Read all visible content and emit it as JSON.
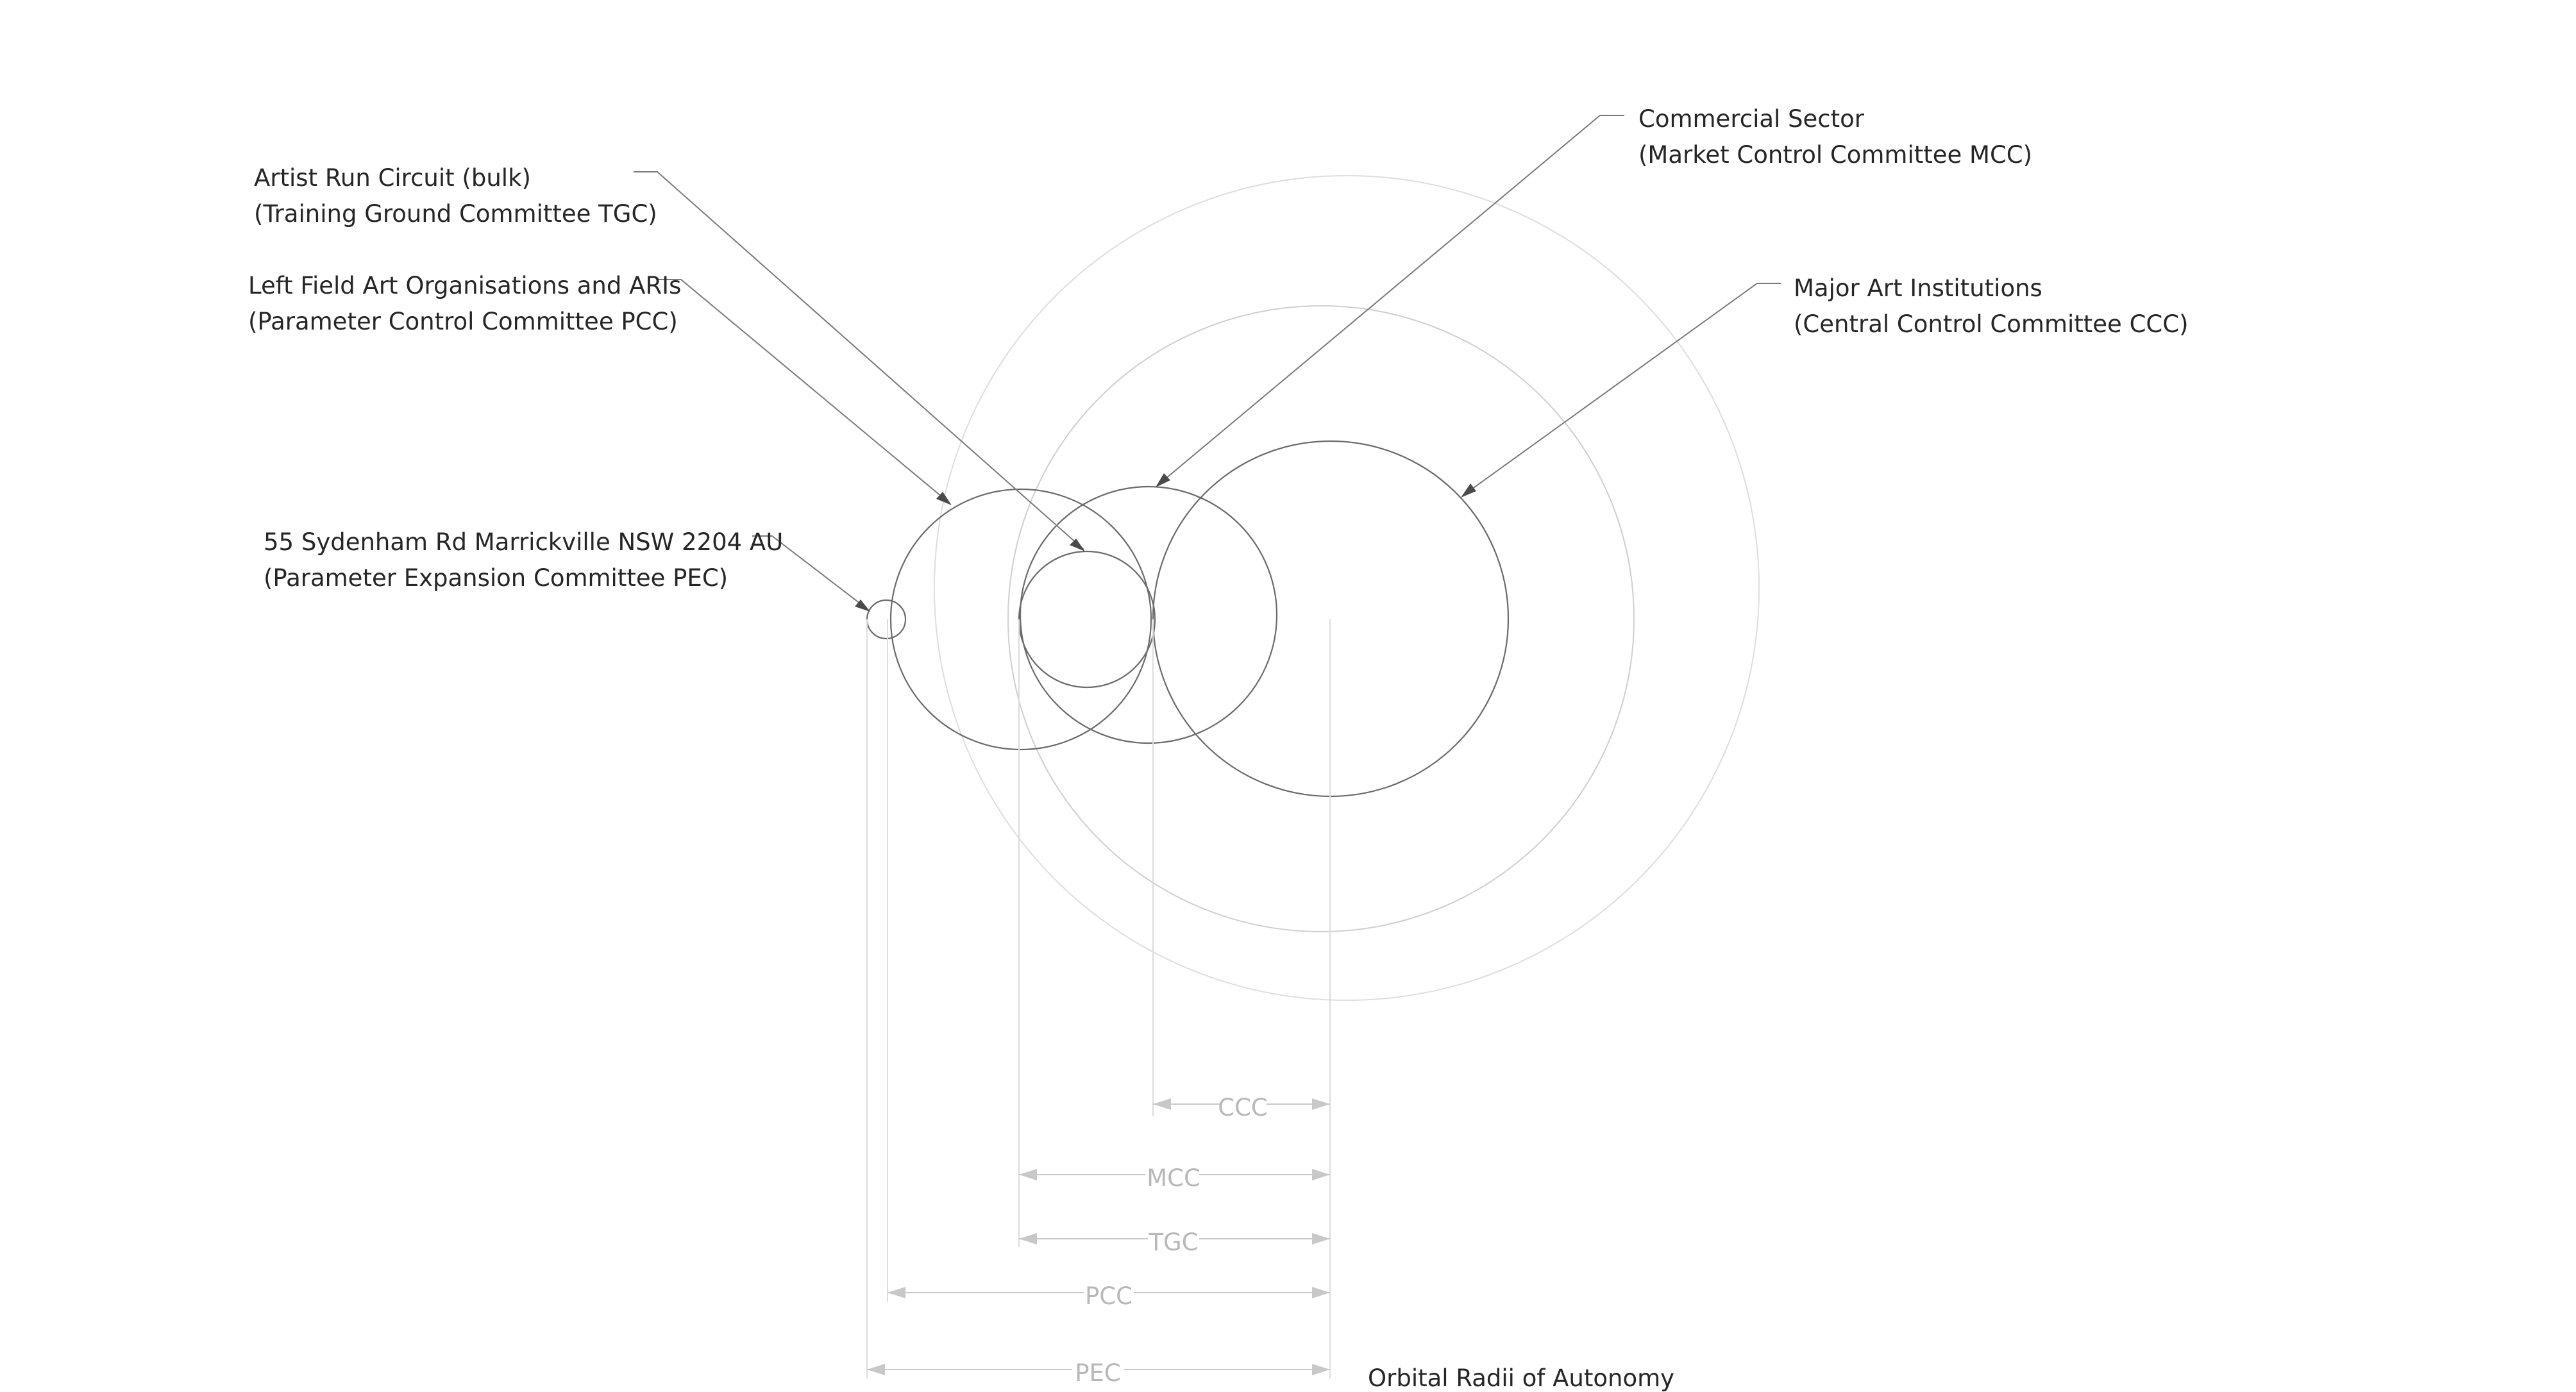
{
  "labels": {
    "arc": {
      "line1": "Artist Run Circuit (bulk)",
      "line2": "(Training Ground Committee TGC)"
    },
    "leftfield": {
      "line1": "Left Field Art Organisations and ARIs",
      "line2": "(Parameter Control Committee PCC)"
    },
    "sydenham": {
      "line1": "55 Sydenham Rd Marrickville NSW 2204 AU",
      "line2": "(Parameter Expansion Committee PEC)"
    },
    "commercial": {
      "line1": "Commercial Sector",
      "line2": "(Market Control Committee MCC)"
    },
    "major": {
      "line1": "Major Art Institutions",
      "line2": "(Central Control Committee CCC)"
    }
  },
  "dimensions": {
    "ccc": "CCC",
    "mcc": "MCC",
    "tgc": "TGC",
    "pcc": "PCC",
    "pec": "PEC"
  },
  "caption": "Orbital Radii of Autonomy",
  "colors": {
    "dark_stroke": "#6b6b6b",
    "light_stroke": "#cfcfcf",
    "dimension_gray": "#b8b8b8",
    "text": "#262626"
  }
}
